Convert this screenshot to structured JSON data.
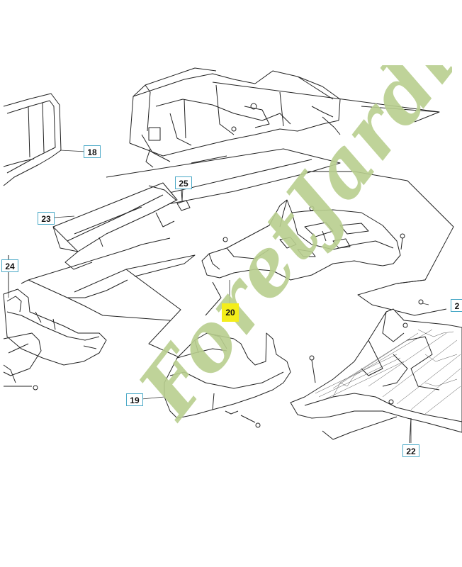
{
  "callouts": {
    "c18": "18",
    "c25": "25",
    "c23": "23",
    "c24": "24",
    "c20": "20",
    "c2": "2",
    "c19": "19",
    "c22": "22"
  },
  "watermark": {
    "text": "ForetJardin.com",
    "color": "#b9cf8f"
  },
  "colors": {
    "line": "#222222",
    "callout_border": "#4aa9c7",
    "highlight": "#f4ee1a"
  }
}
